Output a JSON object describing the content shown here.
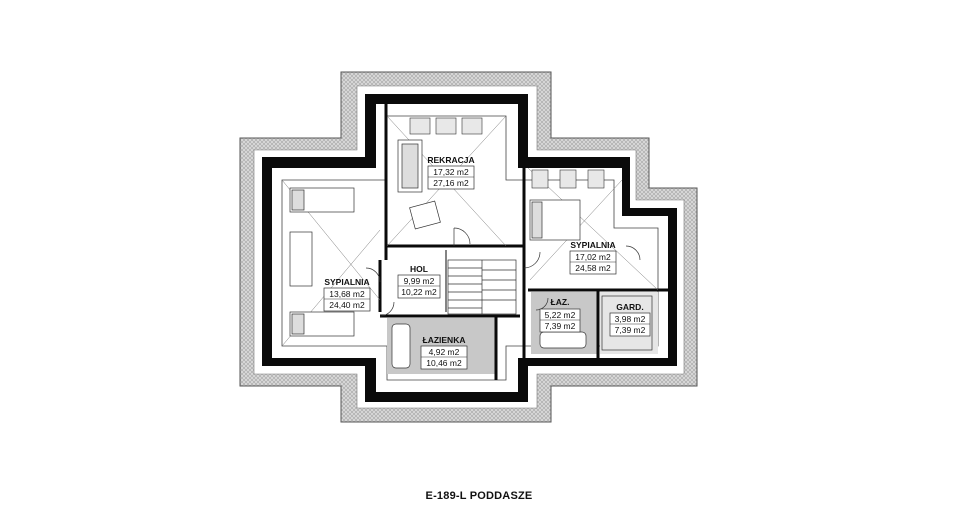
{
  "caption": "E-189-L PODDASZE",
  "rooms": {
    "rekreacja": {
      "name": "REKRACJA",
      "area1": "17,32 m2",
      "area2": "27,16 m2"
    },
    "sypialnia_left": {
      "name": "SYPIALNIA",
      "area1": "13,68 m2",
      "area2": "24,40 m2"
    },
    "hol": {
      "name": "HOL",
      "area1": "9,99 m2",
      "area2": "10,22 m2"
    },
    "lazienka": {
      "name": "ŁAZIENKA",
      "area1": "4,92 m2",
      "area2": "10,46 m2"
    },
    "sypialnia_right": {
      "name": "SYPIALNIA",
      "area1": "17,02 m2",
      "area2": "24,58 m2"
    },
    "laz": {
      "name": "ŁAZ.",
      "area1": "5,22 m2",
      "area2": "7,39 m2"
    },
    "gard": {
      "name": "GARD.",
      "area1": "3,98 m2",
      "area2": "7,39 m2"
    }
  },
  "colors": {
    "wall": "#0a0a0a",
    "roof_band": "#d4d4d4",
    "wet_room": "#c8c8c8",
    "floor": "#ffffff"
  }
}
